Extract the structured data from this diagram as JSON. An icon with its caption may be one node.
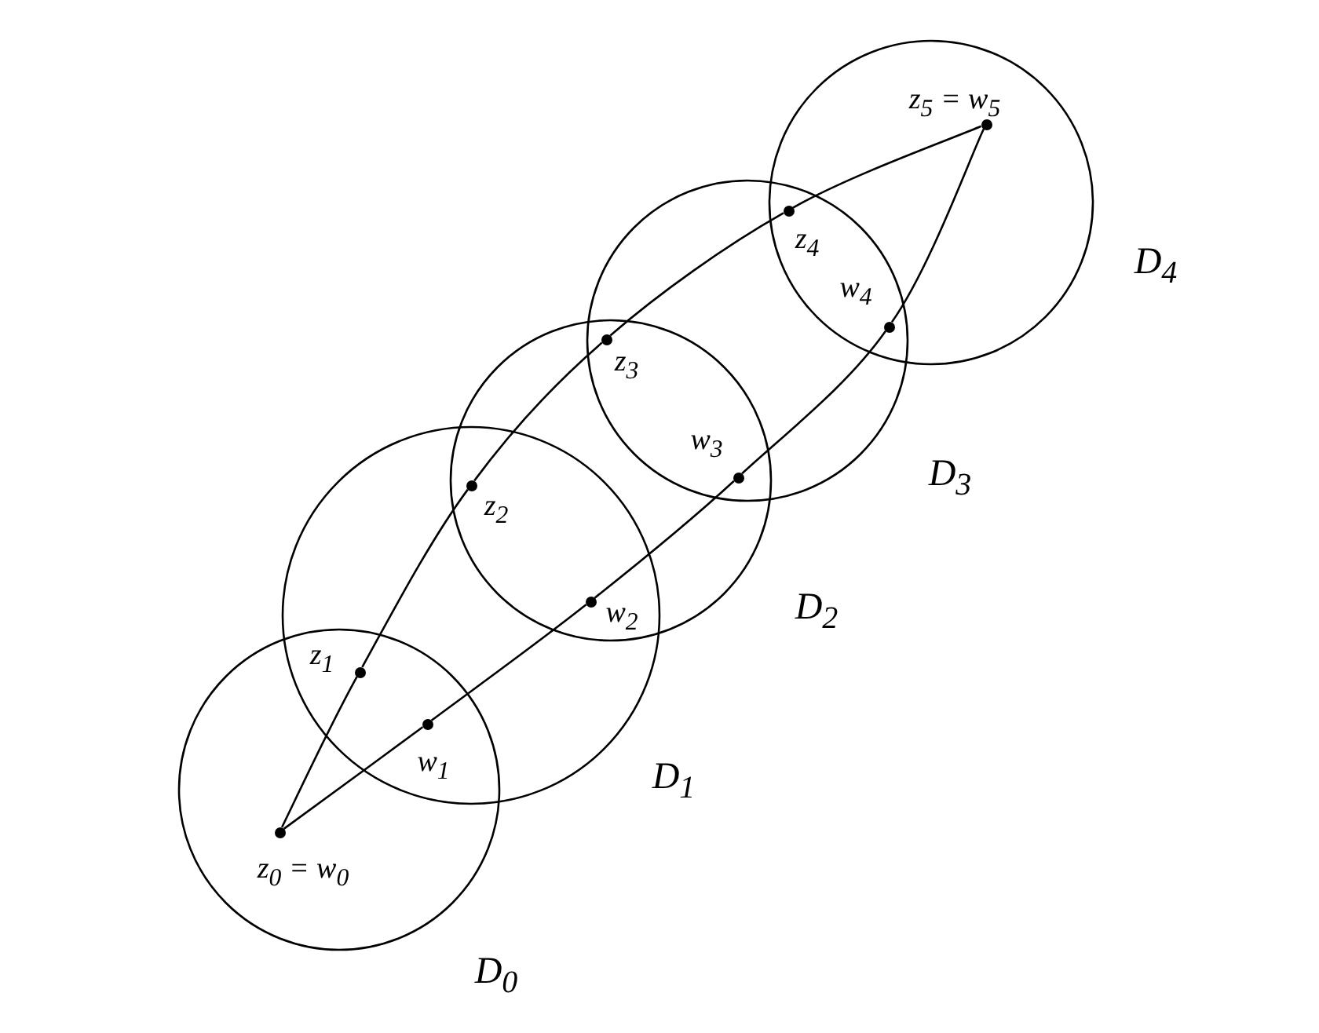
{
  "diagram": {
    "nodes": [
      {
        "text": [],
        "shape": "circle",
        "beside": [
          "z$_{0}$ = w$_{0}$"
        ]
      },
      {
        "text": [],
        "shape": "circle",
        "beside": [
          "z$_{1}$"
        ]
      },
      {
        "text": [],
        "shape": "circle",
        "beside": [
          "w$_{1}$"
        ]
      },
      {
        "text": [],
        "shape": "circle",
        "beside": [
          "z$_{2}$"
        ]
      },
      {
        "text": [],
        "shape": "circle",
        "beside": [
          "w$_{2}$"
        ]
      },
      {
        "text": [],
        "shape": "circle",
        "beside": [
          "z$_{3}$"
        ]
      },
      {
        "text": [],
        "shape": "circle",
        "beside": [
          "w$_{3}$"
        ]
      },
      {
        "text": [],
        "shape": "circle",
        "beside": [
          "z$_{4}$"
        ]
      },
      {
        "text": [],
        "shape": "circle",
        "beside": [
          "w$_{4}$"
        ]
      },
      {
        "text": [],
        "shape": "circle",
        "beside": [
          "z$_{5}$ = w$_{5}$"
        ]
      }
    ],
    "edges": [
      {
        "from": 0,
        "to": 1,
        "arrow": "none"
      },
      {
        "from": 1,
        "to": 3,
        "arrow": "none"
      },
      {
        "from": 3,
        "to": 5,
        "arrow": "none"
      },
      {
        "from": 5,
        "to": 7,
        "arrow": "none"
      },
      {
        "from": 7,
        "to": 9,
        "arrow": "none"
      },
      {
        "from": 0,
        "to": 2,
        "arrow": "none"
      },
      {
        "from": 2,
        "to": 4,
        "arrow": "none"
      },
      {
        "from": 4,
        "to": 6,
        "arrow": "none"
      },
      {
        "from": 6,
        "to": 8,
        "arrow": "none"
      },
      {
        "from": 8,
        "to": 9,
        "arrow": "none"
      }
    ],
    "labels": [
      "D$_{4}$",
      "D$_{3}$",
      "D$_{2}$",
      "D$_{1}$",
      "D$_{0}$"
    ]
  }
}
